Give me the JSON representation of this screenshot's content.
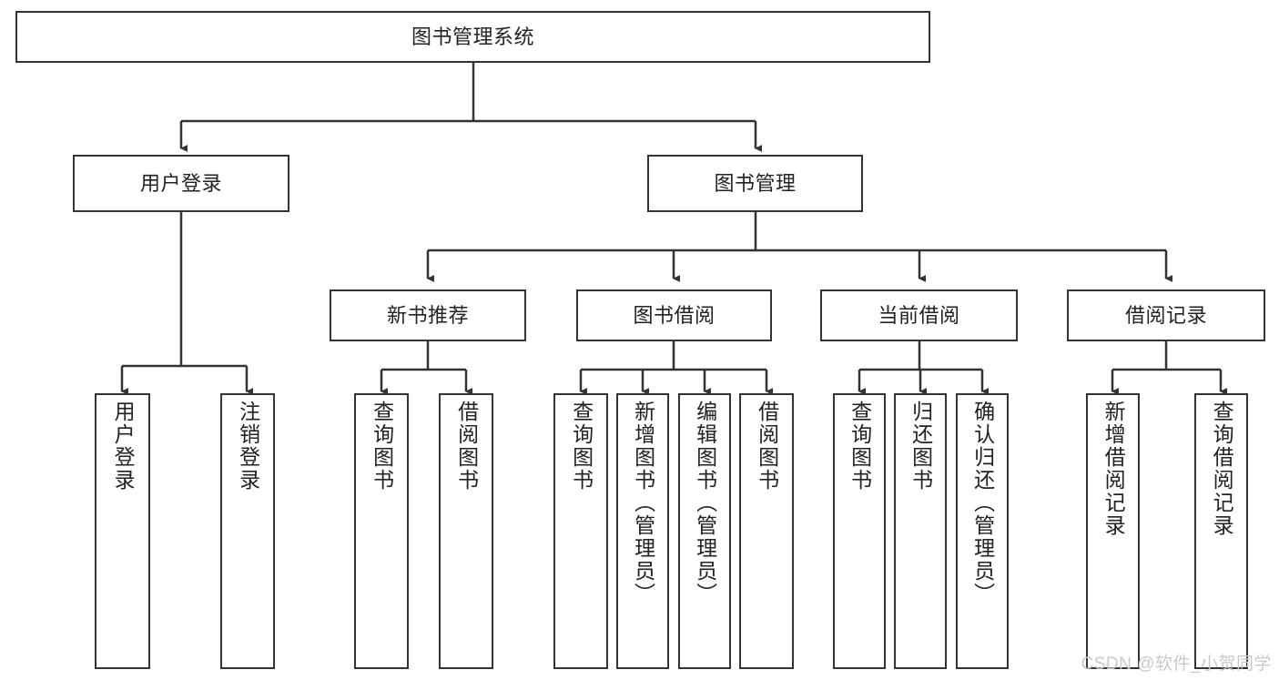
{
  "diagram": {
    "title": "图书管理系统",
    "type": "tree-hierarchy",
    "root": {
      "label": "图书管理系统"
    },
    "level2": [
      {
        "label": "用户登录"
      },
      {
        "label": "图书管理"
      }
    ],
    "level3": [
      {
        "label": "新书推荐"
      },
      {
        "label": "图书借阅"
      },
      {
        "label": "当前借阅"
      },
      {
        "label": "借阅记录"
      }
    ],
    "leaves": {
      "user_login": [
        {
          "label": "用户登录"
        },
        {
          "label": "注销登录"
        }
      ],
      "new_book_recommend": [
        {
          "label": "查询图书"
        },
        {
          "label": "借阅图书"
        }
      ],
      "book_borrow": [
        {
          "label": "查询图书"
        },
        {
          "label": "新增图书（管理员）"
        },
        {
          "label": "编辑图书（管理员）"
        },
        {
          "label": "借阅图书"
        }
      ],
      "current_borrow": [
        {
          "label": "查询图书"
        },
        {
          "label": "归还图书"
        },
        {
          "label": "确认归还（管理员）"
        }
      ],
      "borrow_record": [
        {
          "label": "新增借阅记录"
        },
        {
          "label": "查询借阅记录"
        }
      ]
    }
  },
  "watermark": {
    "text": "CSDN @软件_小贺同学"
  },
  "colors": {
    "border": "#333333",
    "text": "#222222",
    "background": "#ffffff",
    "watermark": "#c9c9c9"
  }
}
